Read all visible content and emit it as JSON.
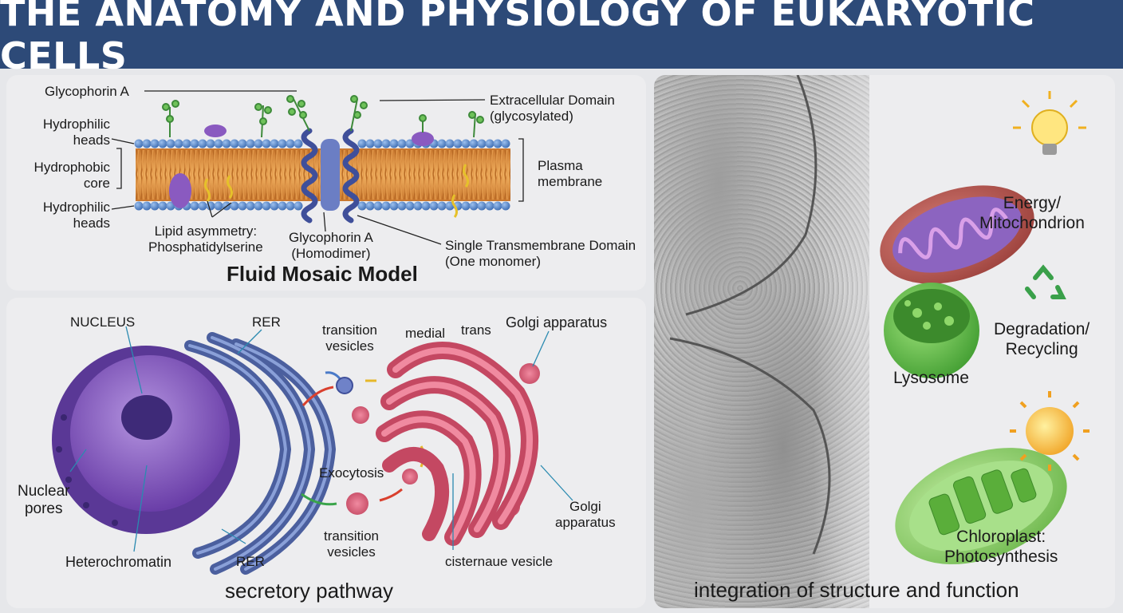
{
  "title": "THE ANATOMY AND PHYSIOLOGY OF EUKARYOTIC CELLS",
  "membrane_panel": {
    "caption": "Fluid Mosaic Model",
    "labels": {
      "glycophorin_a_top": "Glycophorin A",
      "hydrophilic_heads_top": "Hydrophilic\nheads",
      "hydrophobic_core": "Hydrophobic\ncore",
      "hydrophilic_heads_bottom": "Hydrophilic\nheads",
      "lipid_asymmetry": "Lipid asymmetry:\nPhosphatidylserine",
      "glycophorin_homodimer": "Glycophorin A\n(Homodimer)",
      "single_tm_domain": "Single Transmembrane Domain\n(One monomer)",
      "extracellular_domain": "Extracellular Domain\n(glycosylated)",
      "plasma_membrane": "Plasma\nmembrane"
    }
  },
  "secretory_panel": {
    "caption": "secretory pathway",
    "labels": {
      "nucleus": "NUCLEUS",
      "rer_top": "RER",
      "transition_vesicles_top": "transition\nvesicles",
      "medial": "medial",
      "trans": "trans",
      "golgi_top": "Golgi apparatus",
      "nuclear_pores": "Nuclear\npores",
      "heterochromatin": "Heterochromatin",
      "rer_bottom": "RER",
      "exocytosis": "Exocytosis",
      "transition_vesicles_bottom": "transition\nvesicles",
      "cisternae_vesicle": "cisternaue vesicle",
      "golgi_right": "Golgi\napparatus"
    }
  },
  "integration_panel": {
    "caption": "integration of structure and function",
    "labels": {
      "mitochondrion": "Energy/\nMitochondrion",
      "degradation": "Degradation/\nRecycling",
      "lysosome": "Lysosome",
      "chloroplast": "Chloroplast:\nPhotosynthesis"
    },
    "icons": [
      "lightbulb-icon",
      "recycle-icon",
      "sun-icon"
    ]
  },
  "colors": {
    "banner": "#2d4a78",
    "lipid_head": "#4f7fc4",
    "lipid_tail": "#d98a3a",
    "nucleus": "#7a4fb8",
    "er": "#5a6fae",
    "golgi": "#d9566e",
    "mitochondrion": "#b5534e",
    "lysosome": "#6cc24a",
    "chloroplast": "#8fd16a"
  }
}
